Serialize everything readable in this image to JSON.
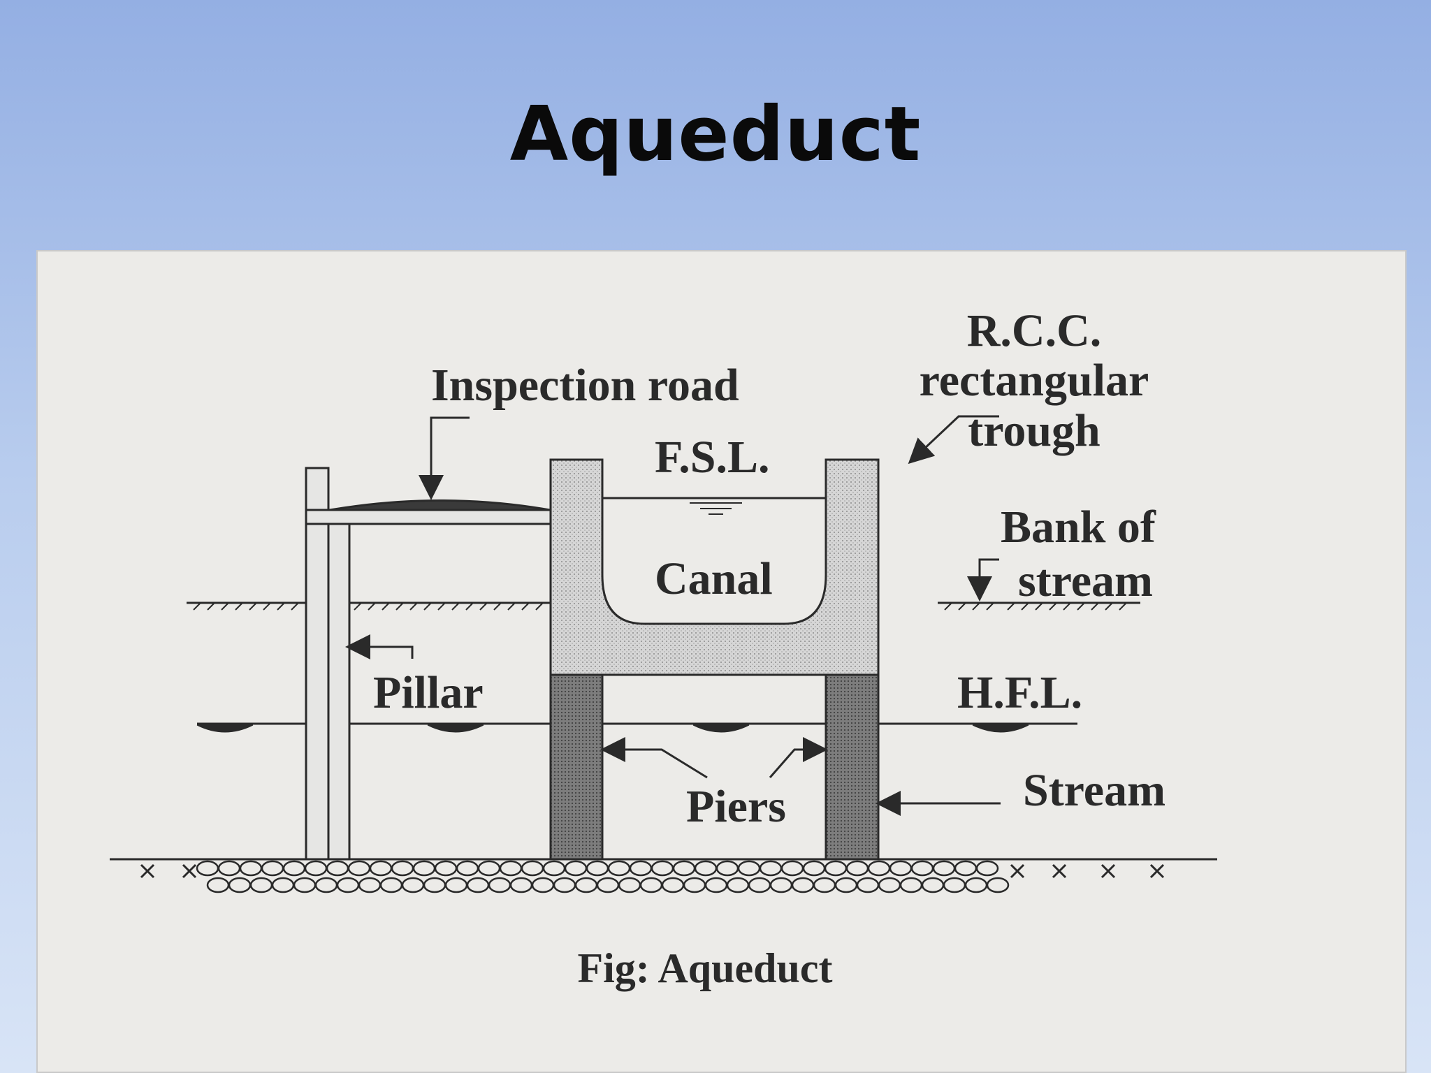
{
  "slide": {
    "title": "Aqueduct"
  },
  "diagram": {
    "labels": {
      "inspection_road": "Inspection road",
      "rcc_line1": "R.C.C.",
      "rcc_line2": "rectangular",
      "rcc_line3": "trough",
      "fsl": "F.S.L.",
      "bank_line1": "Bank of",
      "bank_line2": "stream",
      "canal": "Canal",
      "pillar": "Pillar",
      "hfl": "H.F.L.",
      "piers": "Piers",
      "stream": "Stream",
      "caption": "Fig: Aqueduct"
    },
    "colors": {
      "panel_background": "#ecebe8",
      "ink": "#2a2a2a",
      "trough_fill": "#cfcfcf",
      "pier_fill": "#8a8a8a"
    }
  }
}
